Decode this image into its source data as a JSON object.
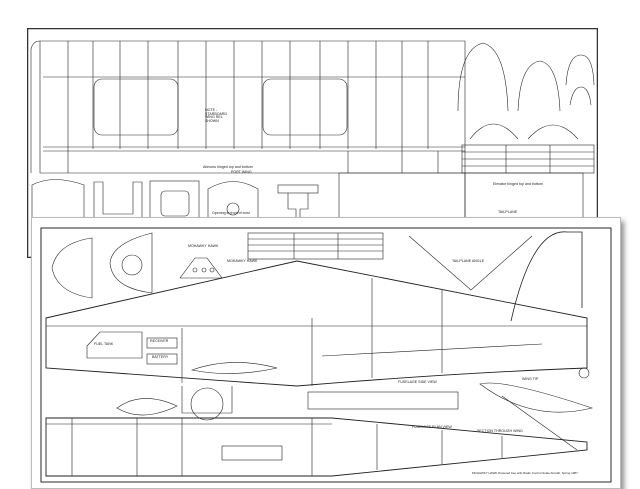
{
  "plans": {
    "top_sheet": {
      "labels": {
        "wing_note": "NOTE - STARBOARD WING REL SHOWN",
        "port_wing": "PORT WING",
        "aileron_note": "Ailerons hinged top and bottom",
        "tailplane": "TAILPLANE",
        "elevator_note": "Elevator hinged top and bottom",
        "former": "Opening in front of cowl"
      }
    },
    "bottom_sheet": {
      "labels": {
        "title": "MOHAWKY HAWK",
        "logo": "MOHAWKY HAWK",
        "tail_angle": "TAILPLANE ANGLE",
        "side_view": "FUSELAGE SIDE VIEW",
        "plan_view": "FUSELAGE PLAN VIEW",
        "wing_tip": "WING TIP",
        "section": "SECTION THROUGH WING",
        "fuel_tank": "FUEL TANK",
        "receiver": "RECEIVER",
        "battery": "BATTERY",
        "caption": "MOHAWKY HAWK Powered free with Radio Control Scale Aircraft, Spring 1987"
      }
    }
  }
}
